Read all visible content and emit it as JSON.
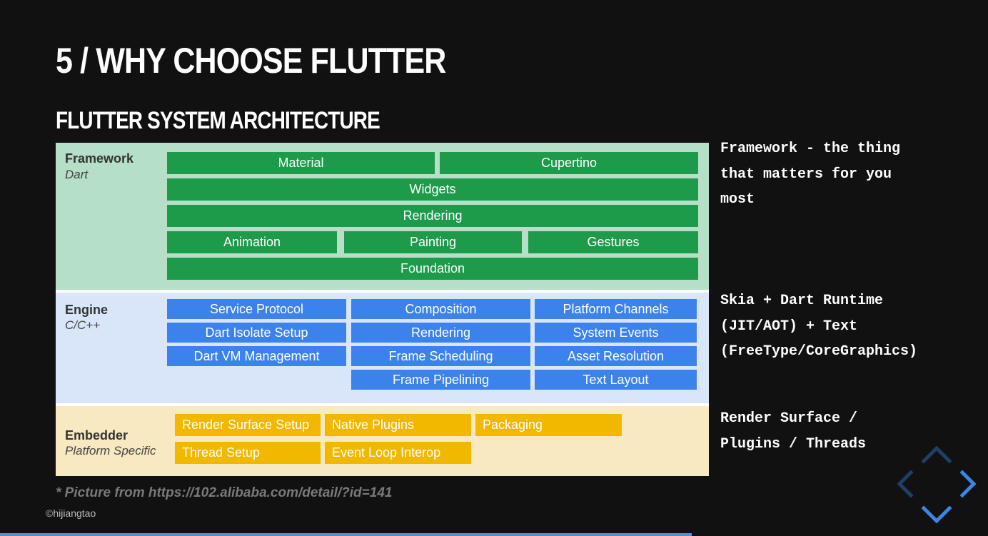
{
  "slide": {
    "title": "5 / WHY CHOOSE FLUTTER",
    "subtitle": "FLUTTER SYSTEM ARCHITECTURE",
    "source_note": "* Picture from https://102.alibaba.com/detail/?id=141",
    "copyright": "©hijiangtao",
    "progress_fraction": 0.7
  },
  "diagram": {
    "framework": {
      "name": "Framework",
      "sub": "Dart",
      "boxes": {
        "material": "Material",
        "cupertino": "Cupertino",
        "widgets": "Widgets",
        "rendering": "Rendering",
        "animation": "Animation",
        "painting": "Painting",
        "gestures": "Gestures",
        "foundation": "Foundation"
      }
    },
    "engine": {
      "name": "Engine",
      "sub": "C/C++",
      "boxes": {
        "service_protocol": "Service Protocol",
        "composition": "Composition",
        "platform_channels": "Platform Channels",
        "dart_isolate_setup": "Dart Isolate Setup",
        "rendering": "Rendering",
        "system_events": "System Events",
        "dart_vm_management": "Dart VM Management",
        "frame_scheduling": "Frame Scheduling",
        "asset_resolution": "Asset Resolution",
        "frame_pipelining": "Frame Pipelining",
        "text_layout": "Text Layout"
      }
    },
    "embedder": {
      "name": "Embedder",
      "sub": "Platform Specific",
      "boxes": {
        "render_surface_setup": "Render Surface Setup",
        "native_plugins": "Native Plugins",
        "packaging": "Packaging",
        "thread_setup": "Thread Setup",
        "event_loop_interop": "Event Loop Interop"
      }
    }
  },
  "notes": {
    "framework": [
      "Framework - the thing",
      "that matters for you",
      "most"
    ],
    "engine": [
      "Skia + Dart Runtime",
      "(JIT/AOT) + Text",
      "(FreeType/CoreGraphics)"
    ],
    "embedder": [
      "Render Surface /",
      "Plugins / Threads"
    ]
  },
  "navigation": {
    "icon": "diamond-nav-arrows-icon"
  },
  "colors": {
    "background": "#111111",
    "framework_bg": "#b5dfc6",
    "framework_box": "#1d9a4a",
    "engine_bg": "#d9e6f9",
    "engine_box": "#3c82ed",
    "embedder_bg": "#f8e9c0",
    "embedder_box": "#f2b800",
    "accent": "#4a8fe6"
  }
}
